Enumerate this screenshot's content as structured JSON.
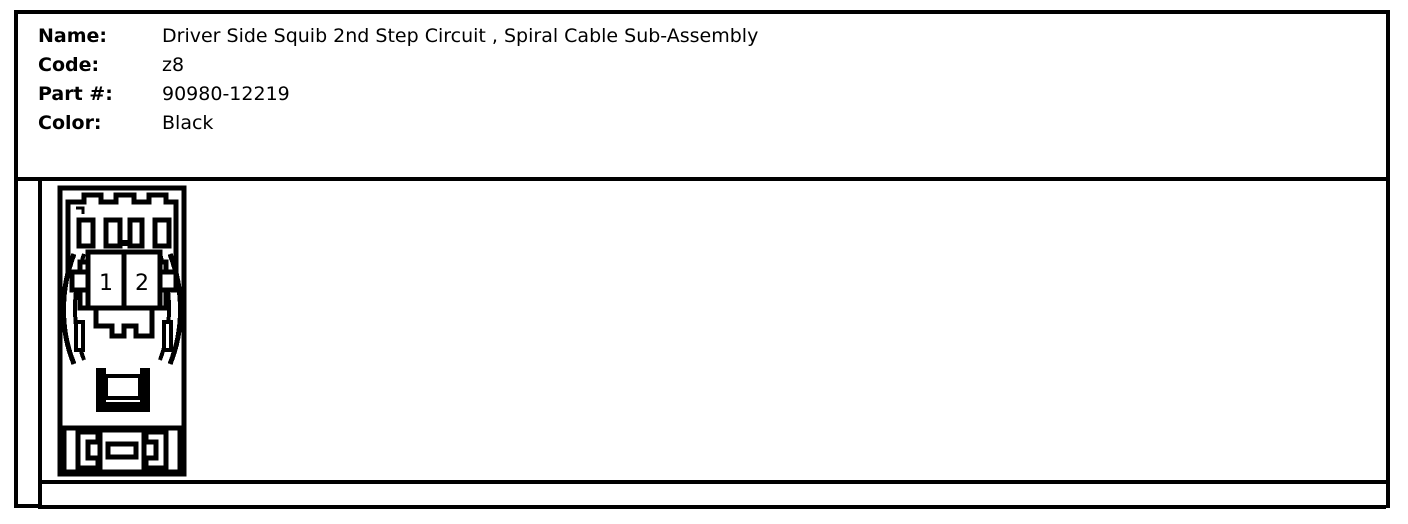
{
  "document": {
    "type": "connector-spec-sheet",
    "title": "Driver Side Squib 2nd Step Circuit , Spiral Cable Sub-Assembly"
  },
  "spec": {
    "rows": [
      {
        "label": "Name:",
        "value": "Driver Side Squib 2nd Step Circuit , Spiral Cable Sub-Assembly"
      },
      {
        "label": "Code:",
        "value": "z8"
      },
      {
        "label": "Part #:",
        "value": "90980-12219"
      },
      {
        "label": "Color:",
        "value": "Black"
      }
    ]
  },
  "diagram": {
    "connector": {
      "name": "2-pin-connector",
      "pin_count": 2,
      "pins": [
        {
          "number": "1"
        },
        {
          "number": "2"
        }
      ],
      "orientation": "front-view",
      "line_color": "#000000",
      "fill_color": "#ffffff"
    }
  },
  "colors": {
    "background": "#ffffff",
    "line": "#000000",
    "text": "#000000"
  }
}
